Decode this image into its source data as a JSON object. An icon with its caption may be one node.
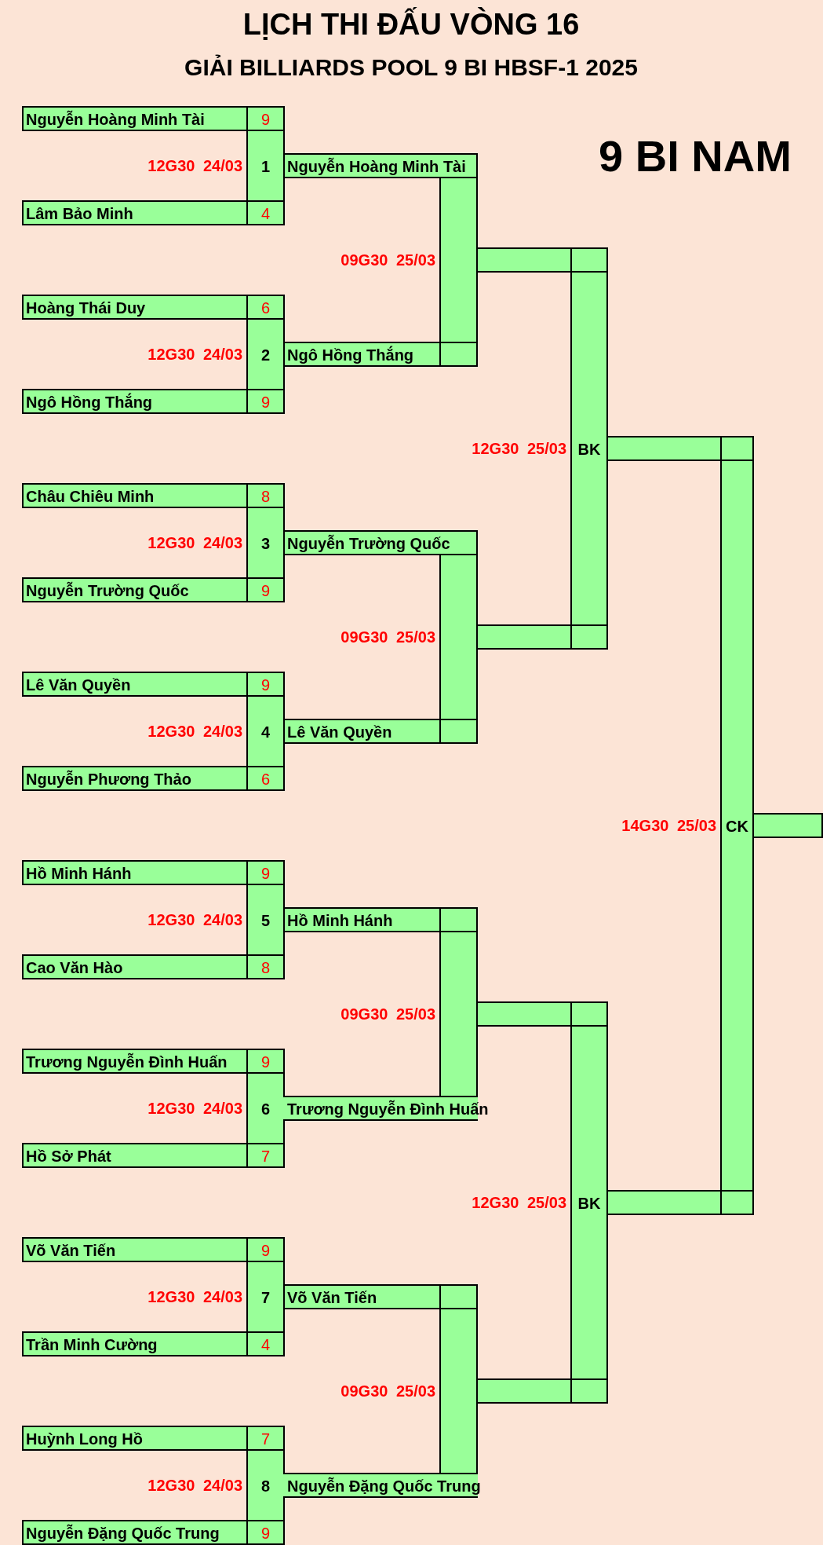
{
  "diagram": {
    "title": "LỊCH THI ĐẤU VÒNG 16",
    "nodes": [
      {
        "text": [
          "Nguyễn Hoàng Minh Tài"
        ]
      },
      {
        "text": [
          "9"
        ]
      },
      {
        "text": [
          "1"
        ],
        "beside": [
          "12G30 24/03"
        ]
      },
      {
        "text": [
          "Lâm Bảo Minh"
        ]
      },
      {
        "text": [
          "4"
        ]
      },
      {
        "text": [
          "Hoàng Thái Duy"
        ]
      },
      {
        "text": [
          "6"
        ]
      },
      {
        "text": [
          "2"
        ],
        "beside": [
          "12G30 24/03"
        ]
      },
      {
        "text": [
          "Ngô Hồng Thắng"
        ]
      },
      {
        "text": [
          "9"
        ]
      },
      {
        "text": [
          "Châu Chiêu Minh"
        ]
      },
      {
        "text": [
          "8"
        ]
      },
      {
        "text": [
          "3"
        ],
        "beside": [
          "12G30 24/03"
        ]
      },
      {
        "text": [
          "Nguyễn Trường Quốc"
        ]
      },
      {
        "text": [
          "9"
        ]
      },
      {
        "text": [
          "Lê Văn Quyền"
        ]
      },
      {
        "text": [
          "9"
        ]
      },
      {
        "text": [
          "4"
        ],
        "beside": [
          "12G30 24/03"
        ]
      },
      {
        "text": [
          "Nguyễn Phương Thảo"
        ]
      },
      {
        "text": [
          "6"
        ]
      },
      {
        "text": [
          "Hồ Minh Hánh"
        ]
      },
      {
        "text": [
          "9"
        ]
      },
      {
        "text": [
          "5"
        ],
        "beside": [
          "12G30 24/03"
        ]
      },
      {
        "text": [
          "Cao Văn Hào"
        ]
      },
      {
        "text": [
          "8"
        ]
      },
      {
        "text": [
          "Trương Nguyễn Đình Huấn"
        ]
      },
      {
        "text": [
          "9"
        ]
      },
      {
        "text": [
          "6"
        ],
        "beside": [
          "12G30 24/03"
        ]
      },
      {
        "text": [
          "Hồ Sở Phát"
        ]
      },
      {
        "text": [
          "7"
        ]
      },
      {
        "text": [
          "Võ Văn Tiến"
        ]
      },
      {
        "text": [
          "9"
        ]
      },
      {
        "text": [
          "7"
        ],
        "beside": [
          "12G30 24/03"
        ]
      },
      {
        "text": [
          "Trần Minh Cường"
        ]
      },
      {
        "text": [
          "4"
        ]
      },
      {
        "text": [
          "Huỳnh Long Hồ"
        ]
      },
      {
        "text": [
          "7"
        ]
      },
      {
        "text": [
          "8"
        ],
        "beside": [
          "12G30 24/03"
        ]
      },
      {
        "text": [
          "Nguyễn Đặng Quốc Trung"
        ]
      },
      {
        "text": [
          "9"
        ]
      },
      {
        "text": [
          "Nguyễn Hoàng Minh Tài"
        ]
      },
      {
        "text": [
          "Ngô Hồng Thắng"
        ]
      },
      {
        "text": [],
        "shape": "bar"
      },
      {
        "text": [
          "Nguyễn Trường Quốc"
        ]
      },
      {
        "text": [
          "Lê Văn Quyền"
        ]
      },
      {
        "text": [],
        "shape": "bar"
      },
      {
        "text": [
          "Hồ Minh Hánh"
        ]
      },
      {
        "text": [],
        "shape": "bar"
      },
      {
        "text": [
          "Trương Nguyễn Đình Huấn"
        ]
      },
      {
        "text": [
          "Võ Văn Tiến"
        ]
      },
      {
        "text": [],
        "shape": "bar"
      },
      {
        "text": [
          "Nguyễn Đặng Quốc Trung"
        ]
      },
      {
        "text": [],
        "shape": "bar",
        "beside": [
          "09G30 25/03"
        ]
      },
      {
        "text": [],
        "shape": "bar"
      },
      {
        "text": [],
        "shape": "bar"
      },
      {
        "text": [],
        "shape": "bar",
        "beside": [
          "09G30 25/03"
        ]
      },
      {
        "text": [],
        "shape": "bar"
      },
      {
        "text": [],
        "shape": "bar"
      },
      {
        "text": [],
        "shape": "bar",
        "beside": [
          "09G30 25/03"
        ]
      },
      {
        "text": [],
        "shape": "bar"
      },
      {
        "text": [],
        "shape": "bar"
      },
      {
        "text": [],
        "shape": "bar",
        "beside": [
          "09G30 25/03"
        ]
      },
      {
        "text": [],
        "shape": "bar"
      },
      {
        "text": [],
        "shape": "bar"
      },
      {
        "text": [
          "BK"
        ],
        "beside": [
          "12G30 25/03"
        ]
      },
      {
        "text": [],
        "shape": "bar"
      },
      {
        "text": [],
        "shape": "bar"
      },
      {
        "text": [
          "BK"
        ],
        "beside": [
          "12G30 25/03"
        ]
      },
      {
        "text": [],
        "shape": "bar"
      },
      {
        "text": [],
        "shape": "bar"
      },
      {
        "text": [
          "CK"
        ],
        "beside": [
          "14G30 25/03"
        ]
      },
      {
        "text": [],
        "shape": "bar"
      }
    ],
    "labels": [
      "GIẢI BILLIARDS POOL 9 BI HBSF-1 2025",
      "9 BI NAM"
    ]
  }
}
